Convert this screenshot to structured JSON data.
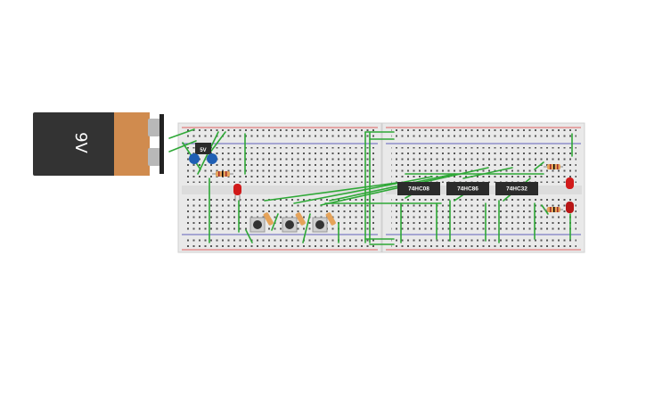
{
  "battery": {
    "label": "9V",
    "icon": "battery-9v-icon"
  },
  "regulator": {
    "label": "5V",
    "icon": "voltage-regulator-icon"
  },
  "chips": [
    {
      "label": "74HC08"
    },
    {
      "label": "74HC86"
    },
    {
      "label": "74HC32"
    }
  ],
  "colors": {
    "wire": "#2ea836",
    "board": "#e9e9e9",
    "rail_red": "#d33",
    "rail_blue": "#33a",
    "led": "#d11a1a",
    "chip": "#2b2b2b",
    "battery_body": "#333333",
    "battery_top": "#d08b4e"
  },
  "icons": [
    "pushbutton-icon",
    "resistor-icon",
    "led-icon",
    "capacitor-icon"
  ]
}
